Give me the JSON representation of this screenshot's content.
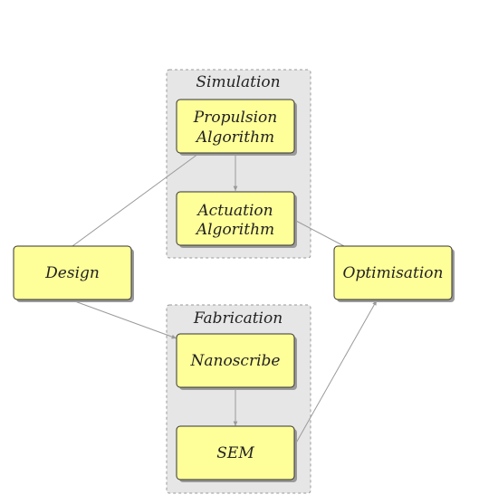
{
  "groups": {
    "simulation": "Simulation",
    "fabrication": "Fabrication"
  },
  "nodes": {
    "propulsion": [
      "Propulsion",
      "Algorithm"
    ],
    "actuation": [
      "Actuation",
      "Algorithm"
    ],
    "design": "Design",
    "optimisation": "Optimisation",
    "nanoscribe": "Nanoscribe",
    "sem": "SEM"
  },
  "colors": {
    "node_fill": "#ffff99",
    "group_fill": "#e6e6e6",
    "edge": "#9a9a9a"
  }
}
